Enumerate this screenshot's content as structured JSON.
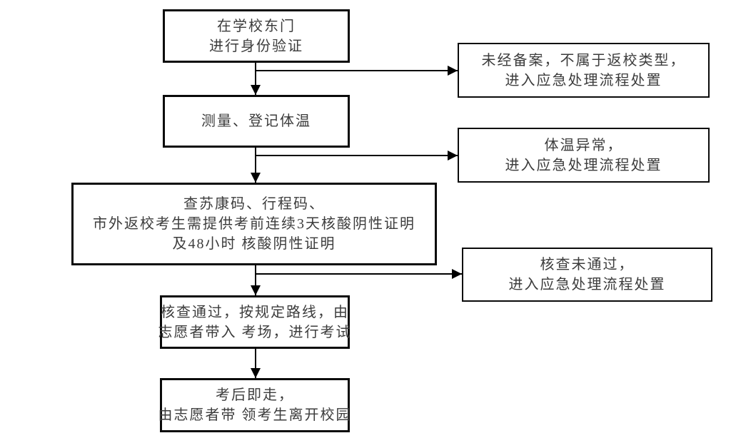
{
  "flowchart": {
    "main_steps": [
      {
        "id": "identity-check",
        "lines": [
          "在学校东门",
          "进行身份验证"
        ]
      },
      {
        "id": "temperature",
        "lines": [
          "测量、登记体温"
        ]
      },
      {
        "id": "code-check",
        "lines": [
          "查苏康码、行程码、",
          "市外返校考生需提供考前连续3天核酸阴性证明",
          "及48小时 核酸阴性证明"
        ]
      },
      {
        "id": "enter-exam",
        "lines": [
          "核查通过，按规定路线，由",
          "志愿者带入 考场，进行考试"
        ]
      },
      {
        "id": "leave-campus",
        "lines": [
          "考后即走，",
          "由志愿者带 领考生离开校园"
        ]
      }
    ],
    "exception_branches": [
      {
        "id": "not-registered",
        "lines": [
          "未经备案，不属于返校类型，",
          "进入应急处理流程处置"
        ]
      },
      {
        "id": "abnormal-temperature",
        "lines": [
          "体温异常，",
          "进入应急处理流程处置"
        ]
      },
      {
        "id": "check-failed",
        "lines": [
          "核查未通过，",
          "进入应急处理流程处置"
        ]
      }
    ],
    "colors": {
      "line": "#000000",
      "box_border": "#0a0a0a",
      "text": "#3c3c3c",
      "background": "#ffffff"
    }
  }
}
